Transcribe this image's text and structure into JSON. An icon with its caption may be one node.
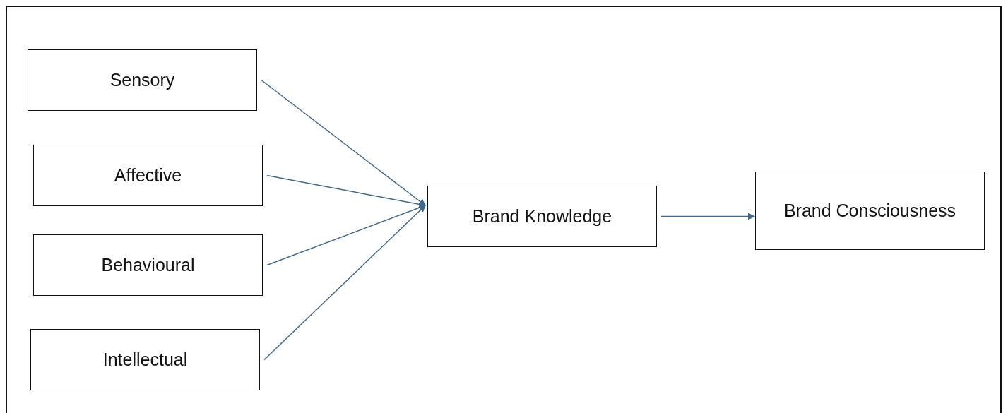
{
  "diagram": {
    "nodes": [
      {
        "text": [
          "Sensory"
        ]
      },
      {
        "text": [
          "Affective"
        ]
      },
      {
        "text": [
          "Behavioural"
        ]
      },
      {
        "text": [
          "Intellectual"
        ]
      },
      {
        "text": [
          "Brand Knowledge"
        ]
      },
      {
        "text": [
          "Brand Consciousness"
        ]
      }
    ],
    "edges": [
      {
        "from": 0,
        "to": 4,
        "arrow": "to"
      },
      {
        "from": 1,
        "to": 4,
        "arrow": "to"
      },
      {
        "from": 2,
        "to": 4,
        "arrow": "to"
      },
      {
        "from": 3,
        "to": 4,
        "arrow": "to"
      },
      {
        "from": 4,
        "to": 5,
        "arrow": "to"
      }
    ]
  }
}
